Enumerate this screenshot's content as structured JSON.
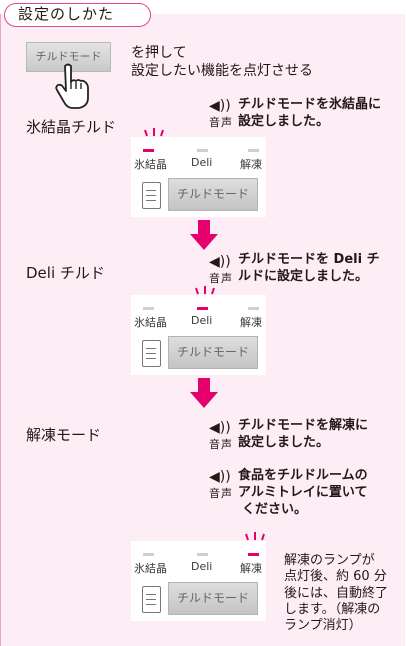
{
  "title": "設定のしかた",
  "intro": {
    "button_label": "チルドモード",
    "line1": "を押して",
    "line2": "設定したい機能を点灯させる"
  },
  "colors": {
    "panel": "#fdeef5",
    "accent": "#e5006e",
    "lamp_off": "#d0d0d0"
  },
  "icons": {
    "press": "hand-press-icon",
    "voice": "speaker-icon",
    "fridge": "fridge-icon",
    "flow": "arrow-down-icon"
  },
  "voice_label": {
    "icon": "◀))",
    "kanji": "音声"
  },
  "steps": [
    {
      "mode": "氷結晶チルド",
      "message": [
        "チルドモードを氷結晶に",
        "設定しました。"
      ],
      "lamps": [
        "氷結晶",
        "Deli",
        "解凍"
      ],
      "lit_lamp": 0,
      "button": "チルドモード"
    },
    {
      "mode": "Deli チルド",
      "message": [
        "チルドモードを Deli チ",
        "ルドに設定しました。"
      ],
      "lamps": [
        "氷結晶",
        "Deli",
        "解凍"
      ],
      "lit_lamp": 1,
      "button": "チルドモード"
    },
    {
      "mode": "解凍モード",
      "message": [
        "チルドモードを解凍に",
        "設定しました。"
      ],
      "message2": [
        "食品をチルドルームの",
        "アルミトレイに置いて",
        "ください。"
      ],
      "lamps": [
        "氷結晶",
        "Deli",
        "解凍"
      ],
      "lit_lamp": 2,
      "button": "チルドモード",
      "note": [
        "解凍のランプが",
        "点灯後、約 60 分",
        "後には、自動終了",
        "します。（解凍の",
        "ランプ消灯）"
      ]
    }
  ]
}
